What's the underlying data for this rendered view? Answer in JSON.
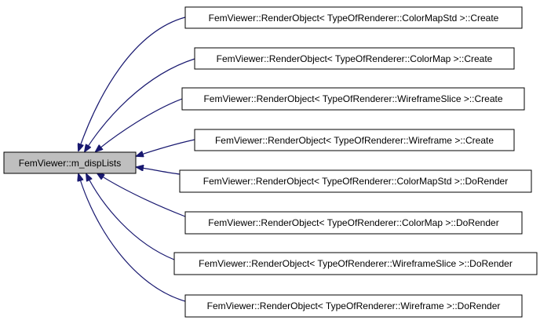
{
  "graph": {
    "root": {
      "label": "FemViewer::m_dispLists",
      "fill": "#bfbfbf"
    },
    "callers": [
      {
        "label": "FemViewer::RenderObject< TypeOfRenderer::ColorMapStd >::Create"
      },
      {
        "label": "FemViewer::RenderObject< TypeOfRenderer::ColorMap >::Create"
      },
      {
        "label": "FemViewer::RenderObject< TypeOfRenderer::WireframeSlice >::Create"
      },
      {
        "label": "FemViewer::RenderObject< TypeOfRenderer::Wireframe >::Create"
      },
      {
        "label": "FemViewer::RenderObject< TypeOfRenderer::ColorMapStd >::DoRender"
      },
      {
        "label": "FemViewer::RenderObject< TypeOfRenderer::ColorMap >::DoRender"
      },
      {
        "label": "FemViewer::RenderObject< TypeOfRenderer::WireframeSlice >::DoRender"
      },
      {
        "label": "FemViewer::RenderObject< TypeOfRenderer::Wireframe >::DoRender"
      }
    ],
    "edge_color": "#191970",
    "node_border": "#000000"
  }
}
